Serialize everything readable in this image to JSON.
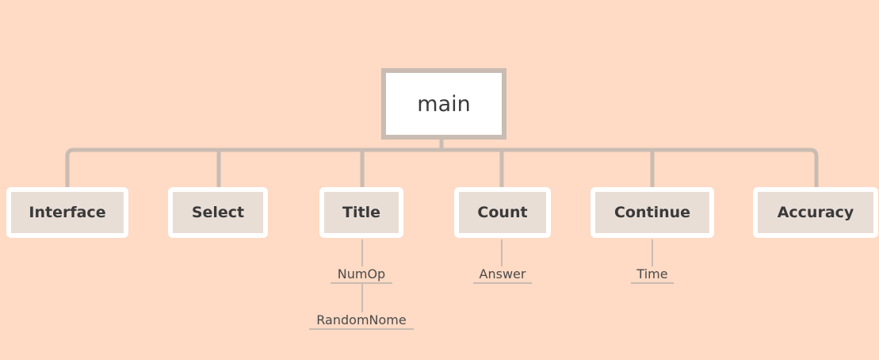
{
  "root": {
    "label": "main"
  },
  "children": [
    {
      "label": "Interface",
      "subs": []
    },
    {
      "label": "Select",
      "subs": []
    },
    {
      "label": "Title",
      "subs": [
        "NumOp",
        "RandomNome"
      ]
    },
    {
      "label": "Count",
      "subs": [
        "Answer"
      ]
    },
    {
      "label": "Continue",
      "subs": [
        "Time"
      ]
    },
    {
      "label": "Accuracy",
      "subs": []
    }
  ],
  "colors": {
    "background": "#FFDAC4",
    "connector": "#C9BCB2",
    "node_fill": "#E9DED6",
    "node_border": "#FFFFFF",
    "root_fill": "#FFFFFF",
    "text": "#3A3A3A"
  }
}
